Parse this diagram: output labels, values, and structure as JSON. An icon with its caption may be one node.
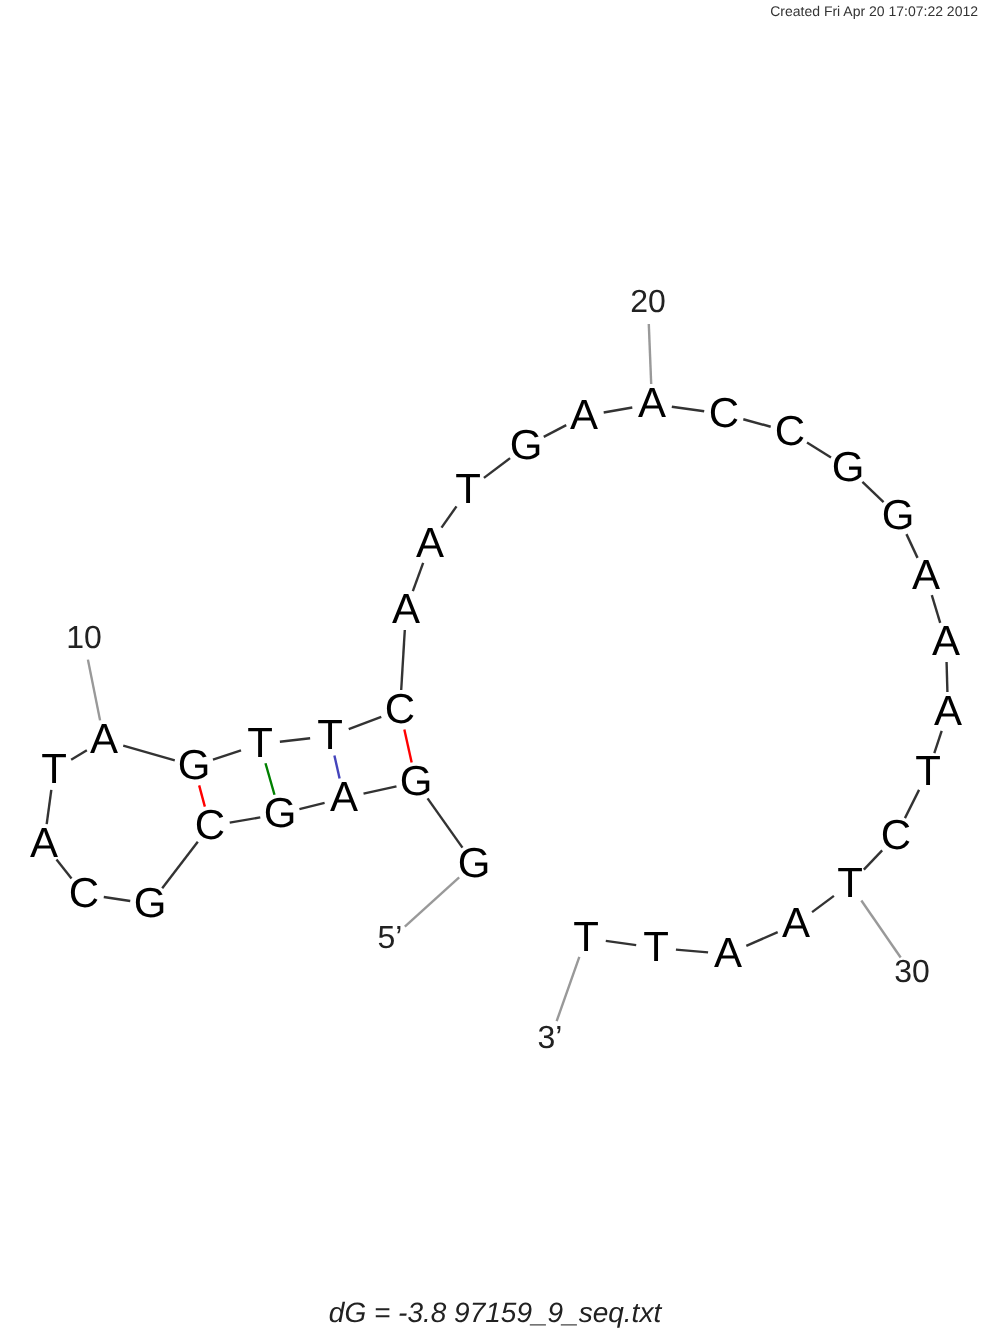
{
  "diagram": {
    "caption": "dG = -3.8 97159_9_seq.txt",
    "nodes": [
      {
        "text": [
          "G"
        ]
      },
      {
        "text": [
          "G"
        ]
      },
      {
        "text": [
          "A"
        ]
      },
      {
        "text": [
          "G"
        ]
      },
      {
        "text": [
          "C"
        ]
      },
      {
        "text": [
          "G"
        ]
      },
      {
        "text": [
          "C"
        ]
      },
      {
        "text": [
          "A"
        ]
      },
      {
        "text": [
          "T"
        ]
      },
      {
        "text": [
          "A"
        ]
      },
      {
        "text": [
          "G"
        ]
      },
      {
        "text": [
          "T"
        ]
      },
      {
        "text": [
          "T"
        ]
      },
      {
        "text": [
          "C"
        ]
      },
      {
        "text": [
          "A"
        ]
      },
      {
        "text": [
          "A"
        ]
      },
      {
        "text": [
          "T"
        ]
      },
      {
        "text": [
          "G"
        ]
      },
      {
        "text": [
          "A"
        ]
      },
      {
        "text": [
          "A"
        ]
      },
      {
        "text": [
          "C"
        ]
      },
      {
        "text": [
          "C"
        ]
      },
      {
        "text": [
          "G"
        ]
      },
      {
        "text": [
          "G"
        ]
      },
      {
        "text": [
          "A"
        ]
      },
      {
        "text": [
          "A"
        ]
      },
      {
        "text": [
          "A"
        ]
      },
      {
        "text": [
          "T"
        ]
      },
      {
        "text": [
          "C"
        ]
      },
      {
        "text": [
          "T"
        ]
      },
      {
        "text": [
          "A"
        ]
      },
      {
        "text": [
          "A"
        ]
      },
      {
        "text": [
          "T"
        ]
      },
      {
        "text": [
          "T"
        ]
      },
      {
        "text": [
          "10"
        ]
      },
      {
        "text": [
          "20"
        ]
      },
      {
        "text": [
          "30"
        ]
      },
      {
        "text": [
          "5’"
        ]
      },
      {
        "text": [
          "3’"
        ]
      }
    ],
    "edges": [
      {
        "from": 0,
        "to": 1,
        "arrow": "none"
      },
      {
        "from": 1,
        "to": 2,
        "arrow": "none"
      },
      {
        "from": 2,
        "to": 3,
        "arrow": "none"
      },
      {
        "from": 3,
        "to": 4,
        "arrow": "none"
      },
      {
        "from": 4,
        "to": 5,
        "arrow": "none"
      },
      {
        "from": 5,
        "to": 6,
        "arrow": "none"
      },
      {
        "from": 6,
        "to": 7,
        "arrow": "none"
      },
      {
        "from": 7,
        "to": 8,
        "arrow": "none"
      },
      {
        "from": 8,
        "to": 9,
        "arrow": "none"
      },
      {
        "from": 9,
        "to": 10,
        "arrow": "none"
      },
      {
        "from": 10,
        "to": 11,
        "arrow": "none"
      },
      {
        "from": 11,
        "to": 12,
        "arrow": "none"
      },
      {
        "from": 12,
        "to": 13,
        "arrow": "none"
      },
      {
        "from": 13,
        "to": 14,
        "arrow": "none"
      },
      {
        "from": 14,
        "to": 15,
        "arrow": "none"
      },
      {
        "from": 15,
        "to": 16,
        "arrow": "none"
      },
      {
        "from": 16,
        "to": 17,
        "arrow": "none"
      },
      {
        "from": 17,
        "to": 18,
        "arrow": "none"
      },
      {
        "from": 18,
        "to": 19,
        "arrow": "none"
      },
      {
        "from": 19,
        "to": 20,
        "arrow": "none"
      },
      {
        "from": 20,
        "to": 21,
        "arrow": "none"
      },
      {
        "from": 21,
        "to": 22,
        "arrow": "none"
      },
      {
        "from": 22,
        "to": 23,
        "arrow": "none"
      },
      {
        "from": 23,
        "to": 24,
        "arrow": "none"
      },
      {
        "from": 24,
        "to": 25,
        "arrow": "none"
      },
      {
        "from": 25,
        "to": 26,
        "arrow": "none"
      },
      {
        "from": 26,
        "to": 27,
        "arrow": "none"
      },
      {
        "from": 27,
        "to": 28,
        "arrow": "none"
      },
      {
        "from": 28,
        "to": 29,
        "arrow": "none"
      },
      {
        "from": 29,
        "to": 30,
        "arrow": "none"
      },
      {
        "from": 30,
        "to": 31,
        "arrow": "none"
      },
      {
        "from": 31,
        "to": 32,
        "arrow": "none"
      },
      {
        "from": 32,
        "to": 33,
        "arrow": "none"
      },
      {
        "from": 10,
        "to": 4,
        "arrow": "none",
        "color": "#ff0000"
      },
      {
        "from": 11,
        "to": 3,
        "arrow": "none",
        "color": "#008000"
      },
      {
        "from": 12,
        "to": 2,
        "arrow": "none",
        "color": "#4444bb"
      },
      {
        "from": 13,
        "to": 1,
        "arrow": "none",
        "color": "#ff0000"
      },
      {
        "from": 34,
        "to": 9,
        "arrow": "none",
        "color": "#999999"
      },
      {
        "from": 35,
        "to": 19,
        "arrow": "none",
        "color": "#999999"
      },
      {
        "from": 36,
        "to": 29,
        "arrow": "none",
        "color": "#999999"
      },
      {
        "from": 37,
        "to": 0,
        "arrow": "none",
        "color": "#999999"
      },
      {
        "from": 38,
        "to": 33,
        "arrow": "none",
        "color": "#999999"
      }
    ],
    "labels": [
      "Created Fri Apr 20 17:07:22 2012"
    ]
  }
}
